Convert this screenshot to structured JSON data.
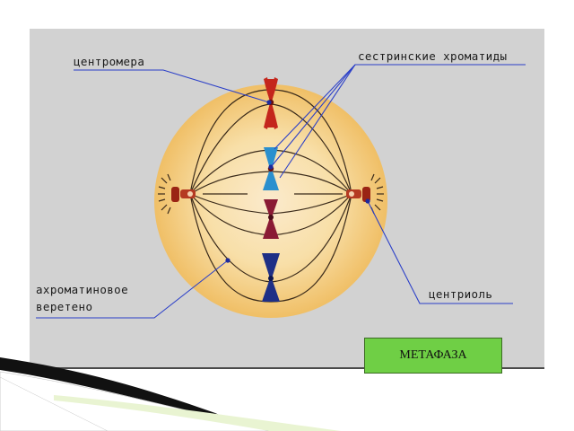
{
  "labels": {
    "centromere": "центромера",
    "sister_chromatids": "сестринские хроматиды",
    "spindle_line1": "ахроматиновое",
    "spindle_line2": "веретено",
    "centriole": "центриоль"
  },
  "stage_badge": "МЕТАФАЗА",
  "colors": {
    "panel": "#d2d2d2",
    "cell_outer": "#f2c878",
    "cell_inner": "#fbeacc",
    "spindle": "#3a2a1a",
    "pointer": "#2b3fc8",
    "chromosome_red": "#c4261c",
    "chromosome_blue": "#2a8fce",
    "chromosome_maroon": "#8a1a34",
    "chromosome_navy": "#1e2f86",
    "centriole": "#9a2414",
    "badge": "#6fcf45"
  },
  "icons": [
    "chromosome",
    "centriole"
  ]
}
